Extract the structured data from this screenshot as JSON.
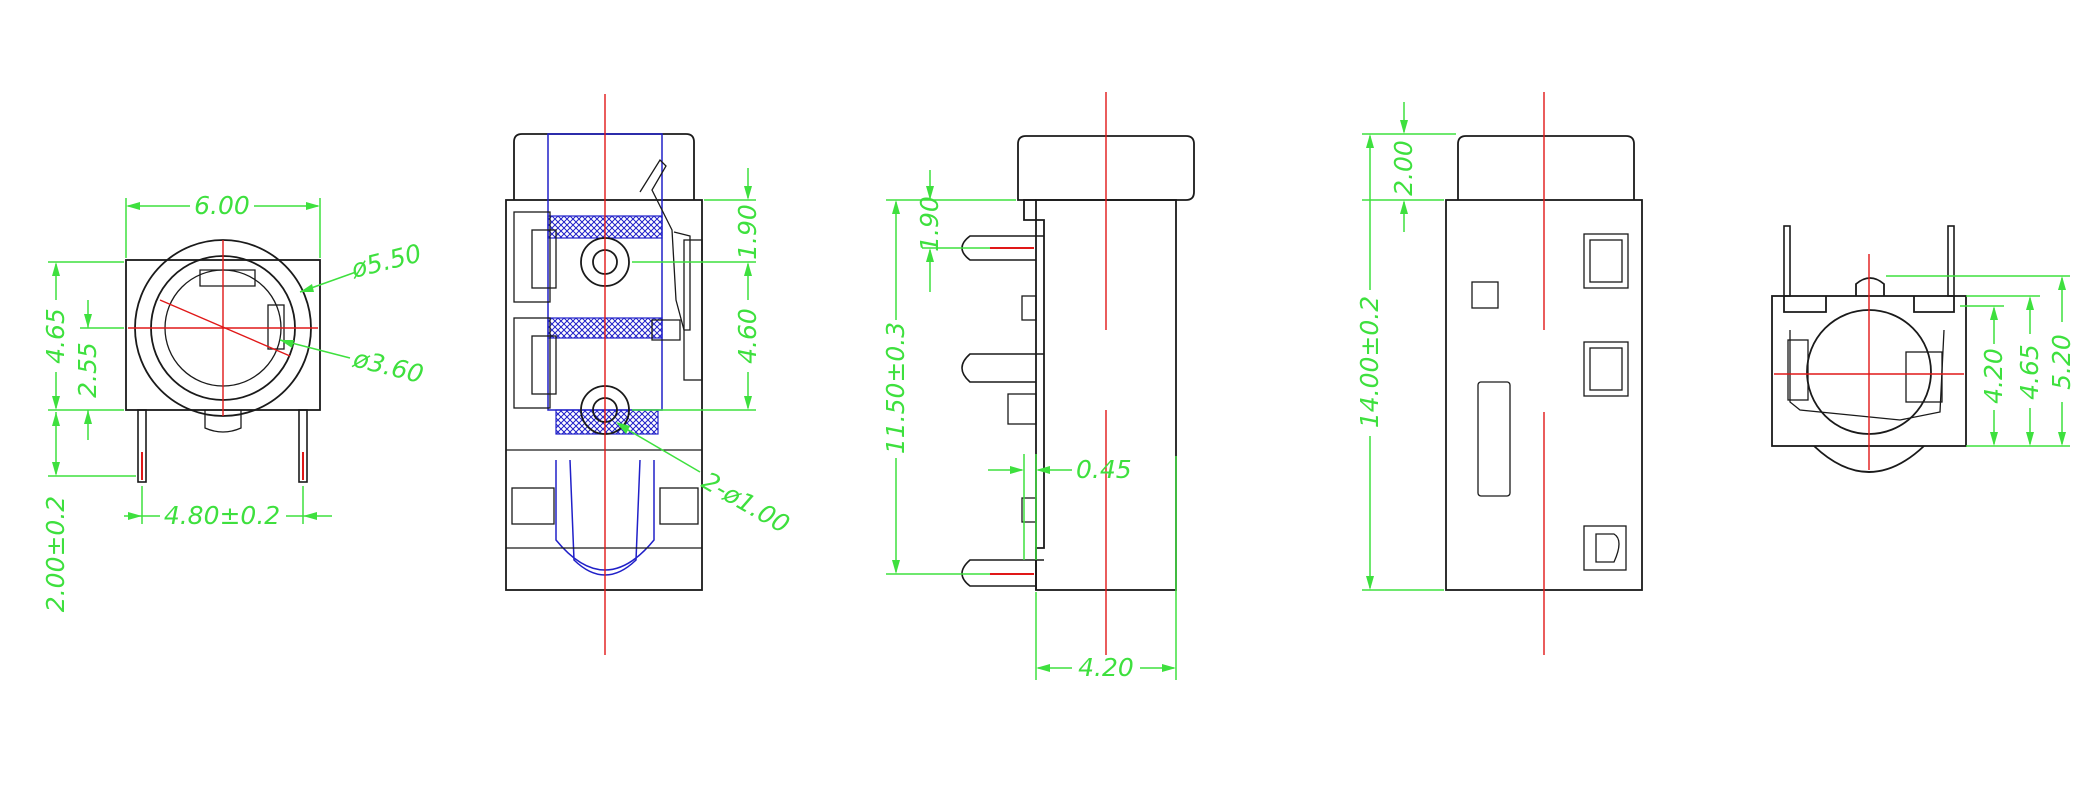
{
  "colors": {
    "outline": "#1a1a1a",
    "centerline": "#e01818",
    "hidden_detail": "#2020c8",
    "dimension": "#3ee03e",
    "background": "#ffffff"
  },
  "views": {
    "front": {
      "width": "6.00",
      "outer_diameter": "ø5.50",
      "inner_diameter": "ø3.60",
      "height_total": "4.65",
      "height_center": "2.55",
      "pin_length": "2.00±0.2",
      "pin_spacing": "4.80±0.2"
    },
    "bottom": {
      "top_offset": "1.90",
      "hole_spacing": "4.60",
      "holes": "2-ø1.00"
    },
    "side_left": {
      "body_length": "11.50±0.3",
      "pin_offset": "1.90",
      "pin_thickness": "0.45",
      "depth": "4.20"
    },
    "side_right": {
      "cap_height": "2.00",
      "overall_length": "14.00±0.2"
    },
    "rear": {
      "height_a": "4.20",
      "height_b": "4.65",
      "height_c": "5.20"
    }
  }
}
